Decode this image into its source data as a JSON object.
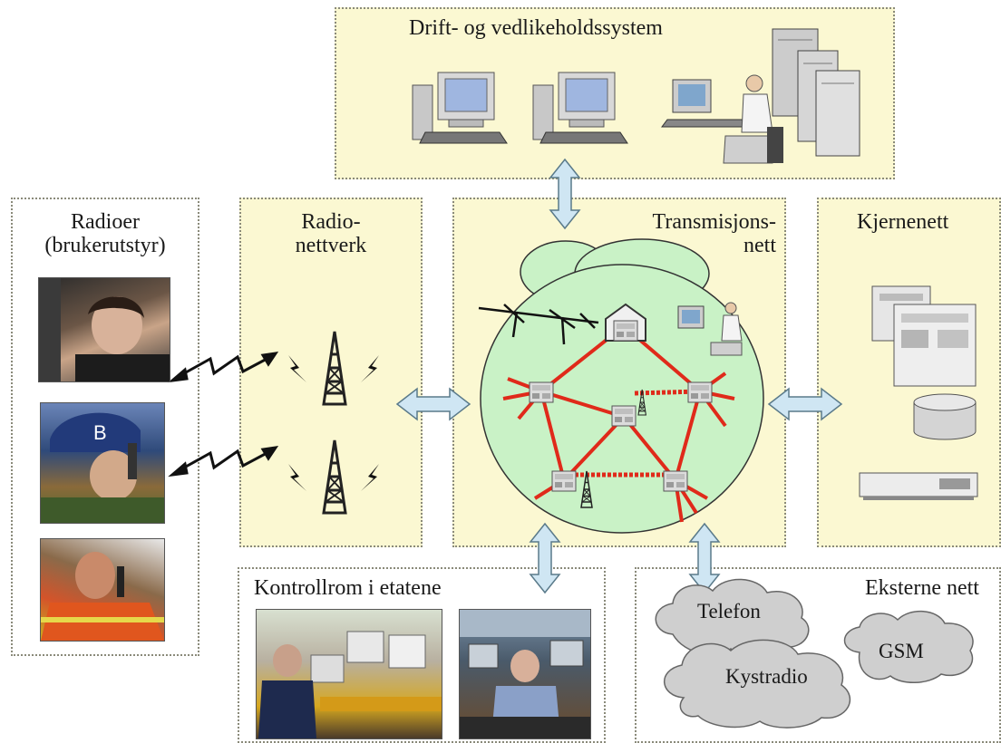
{
  "sections": {
    "drift": {
      "title": "Drift- og vedlikeholdssystem"
    },
    "radioer": {
      "title_line1": "Radioer",
      "title_line2": "(brukerutstyr)"
    },
    "radionettverk": {
      "title_line1": "Radio-",
      "title_line2": "nettverk"
    },
    "transmisjon": {
      "title_line1": "Transmisjons-",
      "title_line2": "nett"
    },
    "kjernenett": {
      "title": "Kjernenett"
    },
    "kontrollrom": {
      "title": "Kontrollrom i etatene"
    },
    "eksterne": {
      "title": "Eksterne nett"
    }
  },
  "clouds": {
    "telefon": "Telefon",
    "kystradio": "Kystradio",
    "gsm": "GSM"
  },
  "colors": {
    "panel_fill": "#fbf8d2",
    "arrow_fill": "#cfe6f3",
    "arrow_stroke": "#5a7a8a",
    "network_fill": "#c9f2c6",
    "link_red": "#e02a1a",
    "cloud_fill": "#cfcfcf"
  },
  "icons": [
    "computer-icon",
    "server-icon",
    "operator-icon",
    "radio-tower-icon",
    "lightning-icon",
    "node-icon",
    "house-icon",
    "antenna-icon",
    "cloud-icon",
    "person-photo"
  ]
}
